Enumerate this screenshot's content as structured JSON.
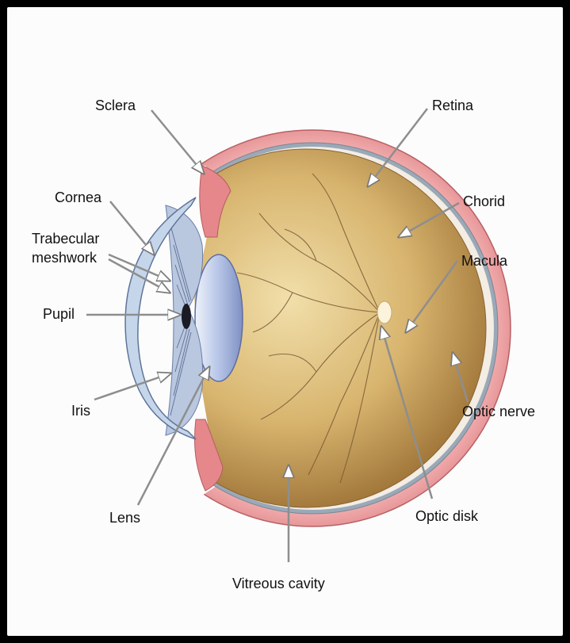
{
  "diagram": {
    "labels": {
      "sclera": "Sclera",
      "retina": "Retina",
      "cornea": "Cornea",
      "chorid": "Chorid",
      "trabecular_line1": "Trabecular",
      "trabecular_line2": "meshwork",
      "macula": "Macula",
      "pupil": "Pupil",
      "iris": "Iris",
      "optic_nerve": "Optic nerve",
      "lens": "Lens",
      "optic_disk": "Optic disk",
      "vitreous_cavity": "Vitreous cavity"
    }
  },
  "colors": {
    "frame": "#000000",
    "background": "#fcfcfc",
    "sclera": "#e79596",
    "vitreous": "#c49a52",
    "lens": "#aebfe0",
    "cornea": "#c5d6ea",
    "optic_nerve": "#b86679",
    "leader_line": "#8e8e8e"
  }
}
